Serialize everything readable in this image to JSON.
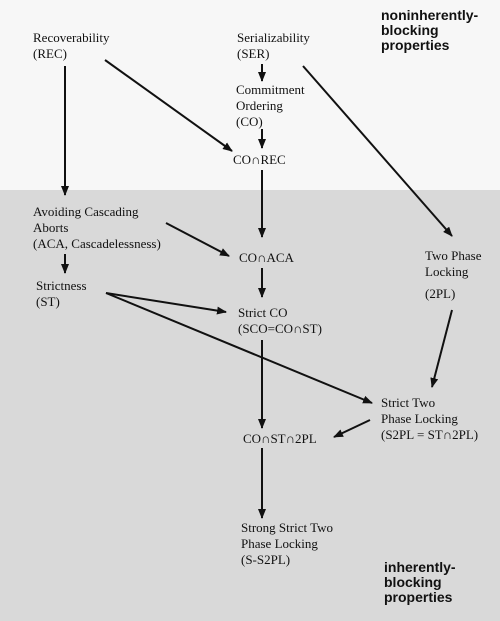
{
  "labels": {
    "noninherent": {
      "line1": "noninherently-",
      "line2": "blocking",
      "line3": "properties"
    },
    "inherent": {
      "line1": "inherently-",
      "line2": "blocking",
      "line3": "properties"
    }
  },
  "nodes": {
    "rec": {
      "line1": "Recoverability",
      "line2": "(REC)"
    },
    "ser": {
      "line1": "Serializability",
      "line2": "(SER)"
    },
    "co": {
      "line1": "Commitment",
      "line2": "Ordering",
      "line3": "(CO)"
    },
    "co_rec": {
      "line1": "CO∩REC"
    },
    "aca": {
      "line1": "Avoiding Cascading",
      "line2": "Aborts",
      "line3": "(ACA, Cascadelessness)"
    },
    "co_aca": {
      "line1": "CO∩ACA"
    },
    "tpl": {
      "line1": "Two Phase",
      "line2": "Locking",
      "line3": "(2PL)"
    },
    "st": {
      "line1": "Strictness",
      "line2": "(ST)"
    },
    "sco": {
      "line1": "Strict CO",
      "line2": "(SCO=CO∩ST)"
    },
    "s2pl": {
      "line1": "Strict Two",
      "line2": "Phase Locking",
      "line3": "(S2PL = ST∩2PL)"
    },
    "co_st_2pl": {
      "line1": "CO∩ST∩2PL"
    },
    "ss2pl": {
      "line1": "Strong Strict Two",
      "line2": "Phase Locking",
      "line3": "(S-S2PL)"
    }
  }
}
